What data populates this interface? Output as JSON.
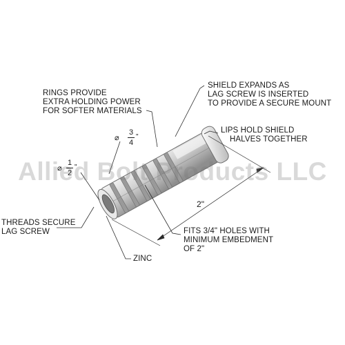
{
  "watermark": "Allied Bolt Products LLC",
  "callouts": {
    "rings": [
      "RINGS PROVIDE",
      "EXTRA HOLDING POWER",
      "FOR SOFTER MATERIALS"
    ],
    "shield": [
      "SHIELD EXPANDS AS",
      "LAG SCREW IS INSERTED",
      "TO PROVIDE A SECURE MOUNT"
    ],
    "lips": [
      "LIPS HOLD SHIELD",
      "HALVES TOGETHER"
    ],
    "threads": [
      "THREADS SECURE",
      "LAG SCREW"
    ],
    "fits": [
      "FITS 3/4\" HOLES WITH",
      "MINIMUM EMBEDMENT",
      "OF 2\""
    ],
    "zinc": "ZINC"
  },
  "dimensions": {
    "length": "2\"",
    "outer_diameter": {
      "symbol": "⌀",
      "numerator": "3",
      "denominator": "4",
      "unit": "\""
    },
    "inner_diameter": {
      "symbol": "⌀",
      "numerator": "1",
      "denominator": "2",
      "unit": "\""
    }
  }
}
